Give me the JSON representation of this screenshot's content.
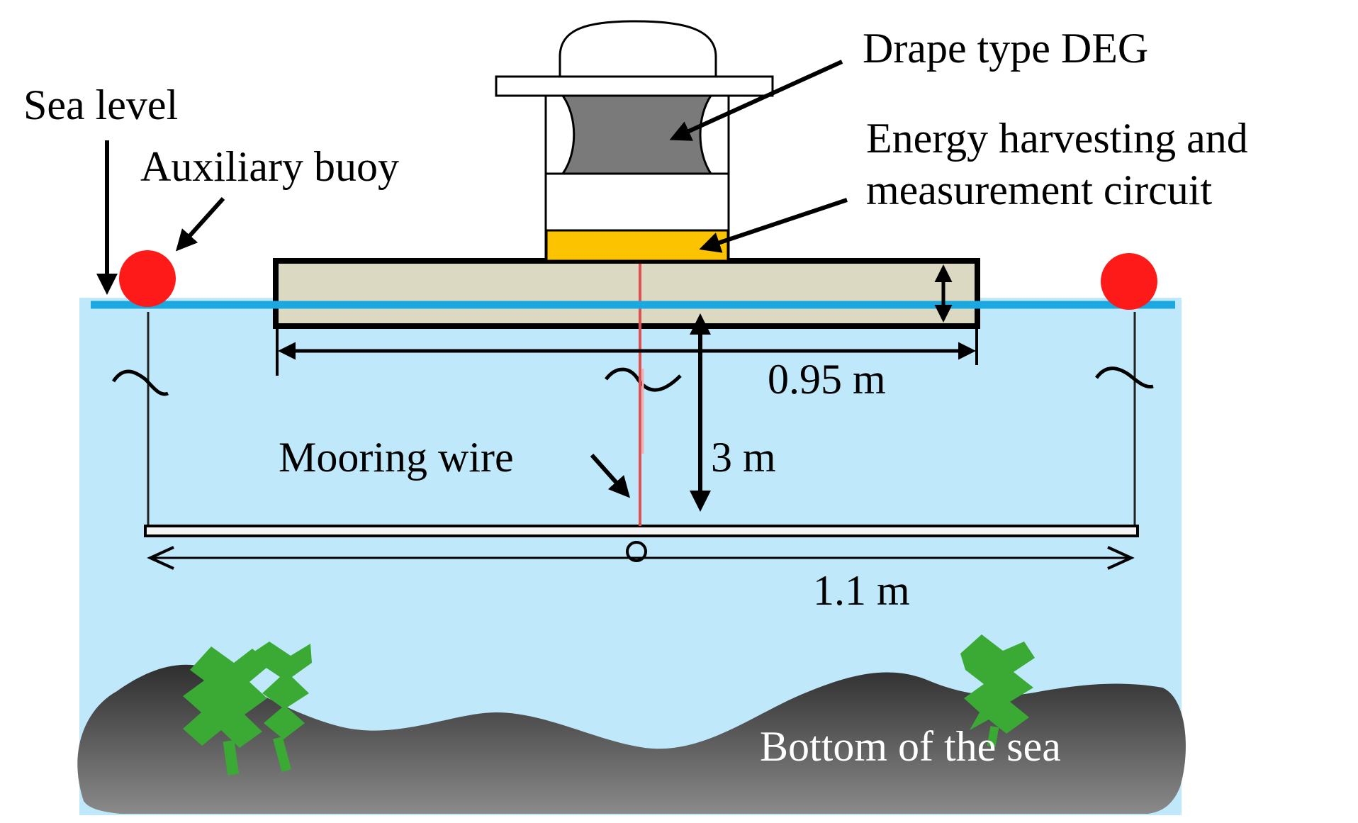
{
  "labels": {
    "drape_deg": "Drape type DEG",
    "sea_level": "Sea level",
    "auxiliary_buoy": "Auxiliary buoy",
    "energy_line1": "Energy harvesting and",
    "energy_line2": "measurement circuit",
    "width_095": "0.95 m",
    "mooring_wire": "Mooring wire",
    "depth_3m": "3 m",
    "width_11": "1.1 m",
    "sea_bottom": "Bottom of the sea"
  },
  "colors": {
    "water": "#bfe9fa",
    "sea_level_line": "#1ba7e0",
    "buoy": "#ff1a1a",
    "float_board": "#dcd9c2",
    "circuit_block": "#fcc400",
    "deg_drape": "#7a7a7a",
    "mooring_wire": "#e05050",
    "seabed": "#555555",
    "seaweed": "#3aaa35"
  }
}
